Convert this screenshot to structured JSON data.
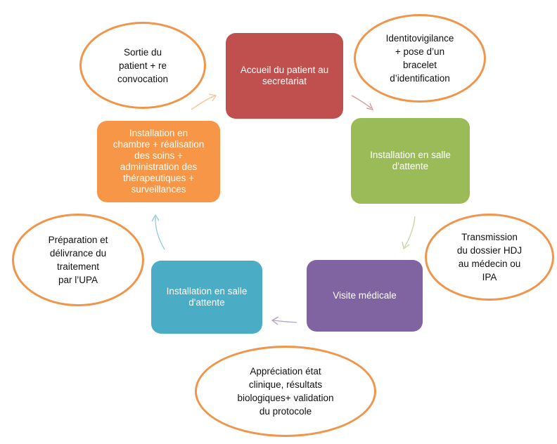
{
  "steps": {
    "accueil": "Accueil du patient au\nsecretariat",
    "attente1": "Installation en salle\nd'attente",
    "visite": "Visite médicale",
    "attente2": "Installation en salle\nd'attente",
    "installation": "Installation en\nchambre + réalisation\ndes soins +\nadministration des\nthérapeutiques +\nsurveillances"
  },
  "notes": {
    "sortie": "Sortie du\npatient + re\nconvocation",
    "identito": "Identitovigilance\n+ pose d’un\nbracelet\nd’identification",
    "transmission": "Transmission\ndu dossier HDJ\nau médecin ou\nIPA",
    "appreciation": "Appréciation état\nclinique, résultats\nbiologiques+ validation\ndu protocole",
    "preparation": "Préparation et\ndélivrance du\ntraitement\npar l’UPA"
  },
  "colors": {
    "accueil": "#c0504d",
    "attente1": "#9bbb59",
    "visite": "#8064a2",
    "attente2": "#4bacc6",
    "installation": "#f79646",
    "oval_border": "#f0954a"
  }
}
